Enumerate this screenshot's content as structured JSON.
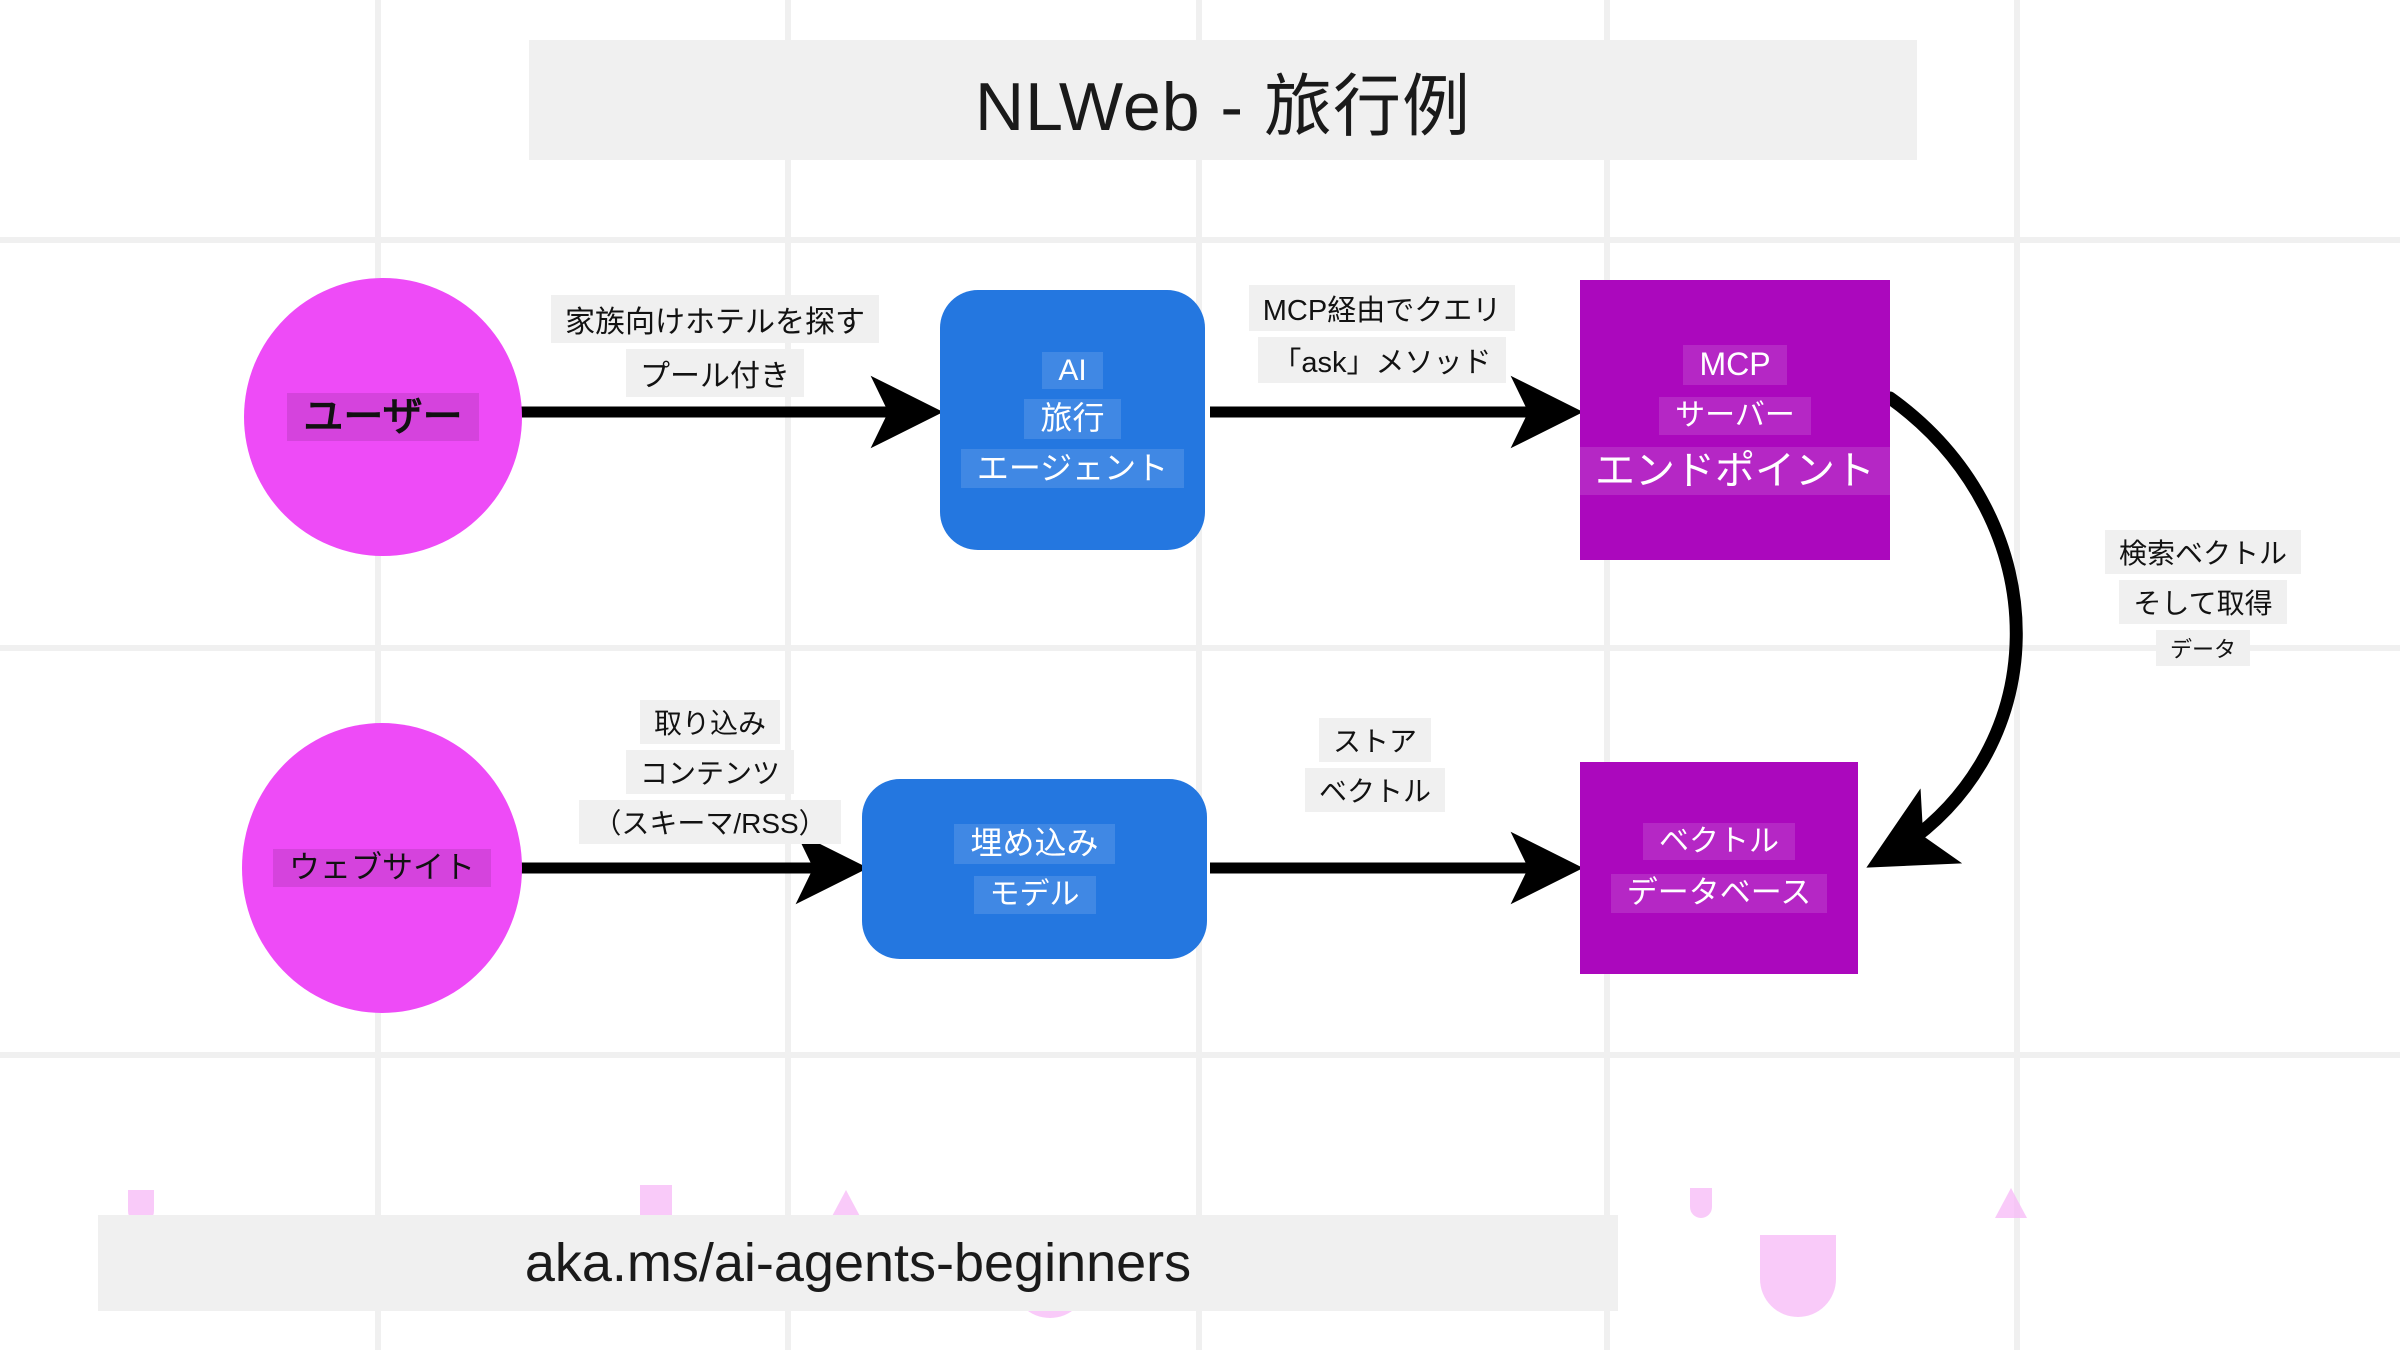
{
  "title": "NLWeb - 旅行例",
  "footer": "aka.ms/ai-agents-beginners",
  "colors": {
    "circle_magenta": "#ee4bf7",
    "box_blue": "#2477e0",
    "box_purple": "#ab08bd",
    "band_gray": "#f0f0f0",
    "grid_gray": "#f0f0f0",
    "arrow_black": "#000000",
    "deco_pink": "#f7b8f7"
  },
  "nodes": [
    {
      "id": "user",
      "shape": "circle",
      "lines": [
        "ユーザー"
      ]
    },
    {
      "id": "ai-agent",
      "shape": "rounded",
      "lines": [
        "AI",
        "旅行",
        "エージェント"
      ]
    },
    {
      "id": "mcp-server",
      "shape": "square",
      "lines": [
        "MCP",
        "サーバー",
        "エンドポイント"
      ]
    },
    {
      "id": "website",
      "shape": "circle",
      "lines": [
        "ウェブサイト"
      ]
    },
    {
      "id": "embedding",
      "shape": "rounded",
      "lines": [
        "埋め込み",
        "モデル"
      ]
    },
    {
      "id": "vector-db",
      "shape": "square",
      "lines": [
        "ベクトル",
        "データベース"
      ]
    }
  ],
  "edge_labels": {
    "user_to_agent": [
      "家族向けホテルを探す",
      "プール付き"
    ],
    "agent_to_mcp": [
      "MCP経由でクエリ",
      "「ask」メソッド"
    ],
    "mcp_to_vector": [
      "検索ベクトル",
      "そして取得",
      "データ"
    ],
    "website_to_embed": [
      "取り込み",
      "コンテンツ",
      "（スキーマ/RSS）"
    ],
    "embed_to_vector": [
      "ストア",
      "ベクトル"
    ]
  },
  "icons": {
    "arrow": "arrow-head-icon",
    "curved_arrow": "curved-arrow-icon"
  }
}
